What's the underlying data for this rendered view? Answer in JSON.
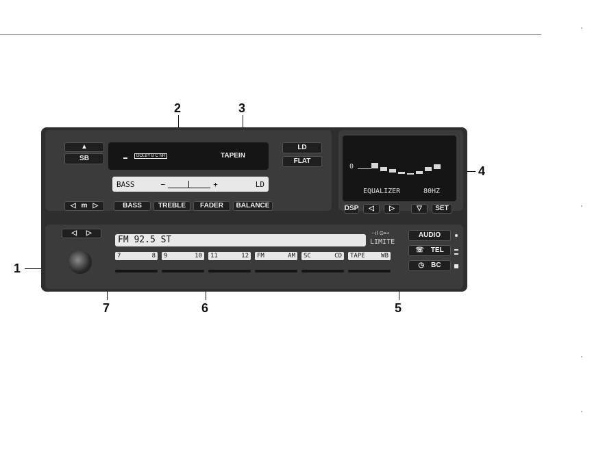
{
  "callouts": [
    "1",
    "2",
    "3",
    "4",
    "5",
    "6",
    "7"
  ],
  "tape": {
    "label": "TAPEIN",
    "badge": "DOLBY B C NR"
  },
  "tone": {
    "display": "BASS",
    "minus": "−",
    "plus": "+",
    "mode": "LD"
  },
  "buttons": {
    "eject": "▲",
    "sb": "SB",
    "ld": "LD",
    "flat": "FLAT",
    "m_left": "◁",
    "m": "m",
    "m_right": "▷",
    "bass": "BASS",
    "treble": "TREBLE",
    "fader": "FADER",
    "balance": "BALANCE",
    "dsp": "DSP",
    "left": "◁",
    "right": "▷",
    "down": "▽",
    "set": "SET",
    "seek_left": "◁",
    "seek_right": "▷",
    "audio": "AUDIO",
    "tel": "TEL",
    "bc": "BC"
  },
  "equalizer": {
    "zero": "0",
    "label": "EQUALIZER",
    "freq": "80HZ",
    "levels": [
      0.55,
      0.4,
      0.32,
      0.22,
      0.18,
      0.25,
      0.4,
      0.5
    ]
  },
  "radio": {
    "station": "FM  92.5 ST",
    "limite": "LIMITE",
    "icons": "··ıl ⊙⊷"
  },
  "presets": [
    {
      "a": "7",
      "b": "8"
    },
    {
      "a": "9",
      "b": "10"
    },
    {
      "a": "11",
      "b": "12"
    },
    {
      "a": "FM",
      "b": "AM"
    },
    {
      "a": "SC",
      "b": "CD"
    },
    {
      "a": "TAPE",
      "b": "WB"
    }
  ]
}
